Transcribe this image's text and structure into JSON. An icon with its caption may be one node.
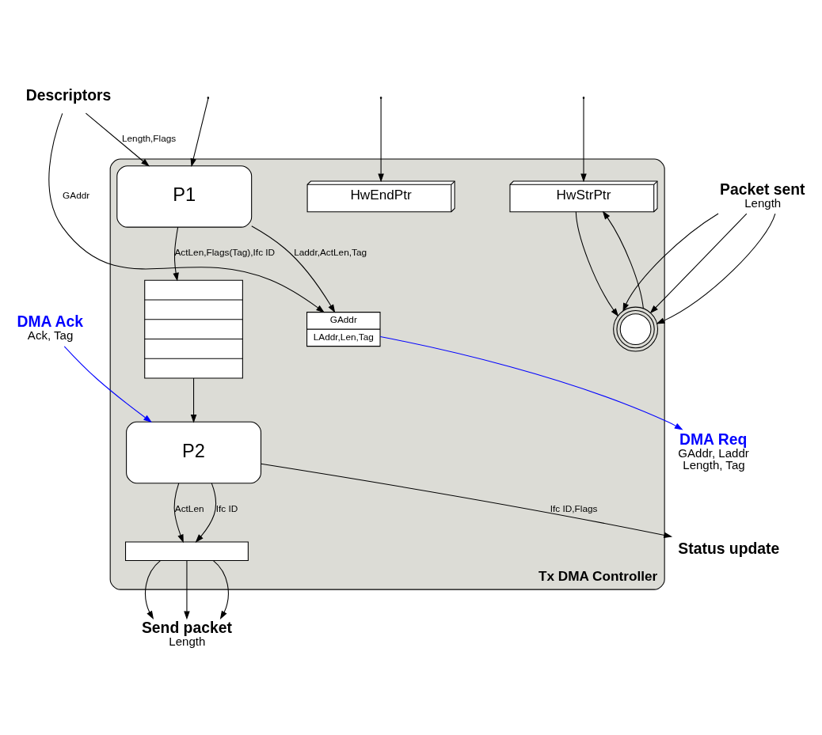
{
  "diagram": {
    "nodes": [
      {
        "text": [
          "Tx DMA Controller"
        ]
      },
      {
        "text": [
          "GAddr",
          "LAddr,Len,Tag"
        ],
        "in": 0
      },
      {
        "text": [
          "P1"
        ],
        "in": 0
      },
      {
        "text": [
          "HwEndPtr"
        ],
        "in": 0
      },
      {
        "text": [],
        "shape": "box",
        "in": 0
      },
      {
        "text": [
          "HwStrPtr"
        ],
        "in": 0
      },
      {
        "text": [
          "P2"
        ],
        "in": 0
      },
      {
        "text": [],
        "shape": "circle",
        "in": 0
      },
      {
        "text": [],
        "shape": "trapezoid",
        "in": 0
      },
      {
        "text": [
          "Descriptors"
        ]
      },
      {
        "text": [
          "DMA Req"
        ],
        "beside": [
          "GAddr, Laddr",
          "Length, Tag"
        ]
      },
      {
        "text": [
          "DMA Ack"
        ],
        "beside": [
          "Ack, Tag"
        ]
      },
      {
        "text": [
          "Packet sent"
        ],
        "beside": [
          "Length"
        ]
      },
      {
        "text": [
          "Send packet"
        ],
        "beside": [
          "Length"
        ]
      },
      {
        "text": [
          "Status update"
        ]
      }
    ],
    "edges": [
      {
        "from": 9,
        "to": 1,
        "arrow": "to",
        "label": "GAddr"
      },
      {
        "from": 9,
        "to": 2,
        "arrow": "to",
        "label": "Length,Flags"
      },
      {
        "from": 1,
        "to": 10,
        "arrow": "to",
        "color": "#0000ff"
      },
      {
        "from": 2,
        "to": 1,
        "arrow": "to",
        "label": "Laddr,ActLen,Tag"
      },
      {
        "from": 2,
        "to": 4,
        "arrow": "to",
        "label": "ActLen,Flags(Tag),Ifc ID"
      },
      {
        "from": null,
        "to": 2,
        "arrow": "to"
      },
      {
        "from": null,
        "to": 3,
        "arrow": "to"
      },
      {
        "from": null,
        "to": 5,
        "arrow": "to"
      },
      {
        "from": 4,
        "to": 6,
        "arrow": "to"
      },
      {
        "from": 11,
        "to": 6,
        "arrow": "to",
        "color": "#0000ff"
      },
      {
        "from": 6,
        "to": 8,
        "arrow": "to",
        "label": "ActLen"
      },
      {
        "from": 6,
        "to": 8,
        "arrow": "to",
        "label": "Ifc ID"
      },
      {
        "from": 6,
        "to": 14,
        "arrow": "to",
        "label": "Ifc ID,Flags"
      },
      {
        "from": 5,
        "to": 7,
        "arrow": "to"
      },
      {
        "from": 7,
        "to": 5,
        "arrow": "to"
      },
      {
        "from": 12,
        "to": 7,
        "arrow": "to"
      },
      {
        "from": 12,
        "to": 7,
        "arrow": "to"
      },
      {
        "from": 12,
        "to": 7,
        "arrow": "to"
      },
      {
        "from": 8,
        "to": 13,
        "arrow": "to"
      },
      {
        "from": 8,
        "to": 13,
        "arrow": "to"
      },
      {
        "from": 8,
        "to": 13,
        "arrow": "to"
      }
    ]
  }
}
